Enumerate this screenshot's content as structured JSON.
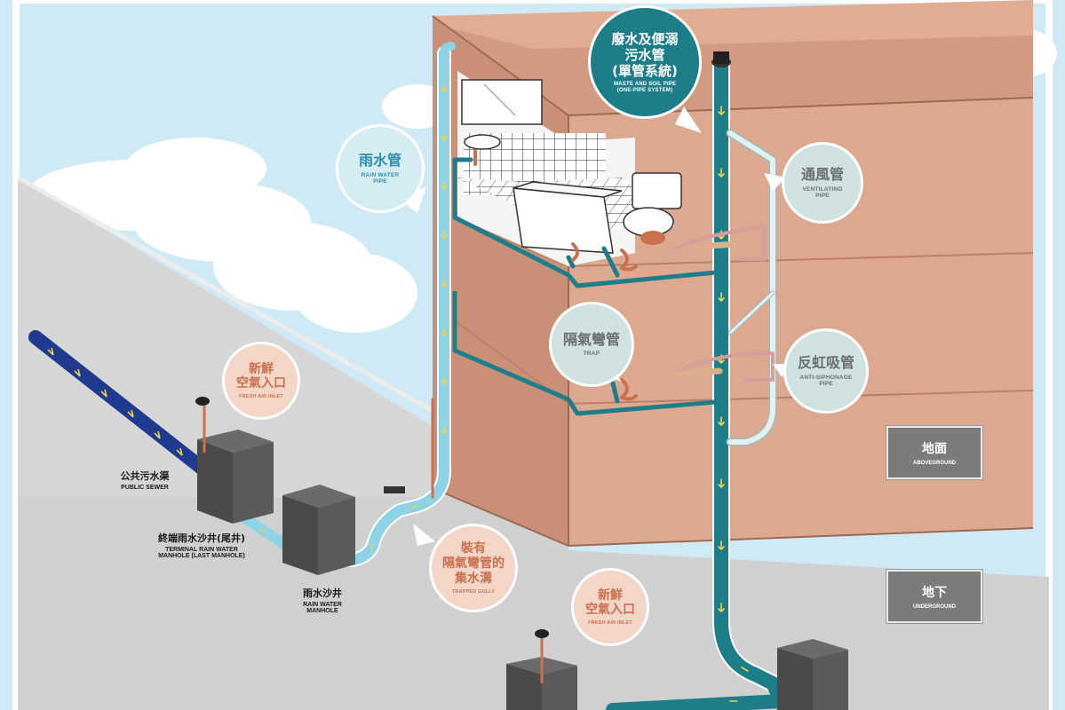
{
  "colors": {
    "sky": "#cfeaf4",
    "ground": "#d0d0d0",
    "building": "#dca88f",
    "rain_pipe": "#8ed2e6",
    "waste_pipe": "#1d7d89",
    "sewer": "#1f3a8f",
    "vent_pipe": "#e3f0ef",
    "manhole": "#555555",
    "copper_trap": "#c9714f"
  },
  "bubbles": {
    "rain_pipe": {
      "zh": "雨水管",
      "en": "RAIN WATER PIPE"
    },
    "waste_pipe": {
      "zh1": "廢水及便溺",
      "zh2": "污水管",
      "zh3": "(單管系統)",
      "en1": "WASTE AND SOIL PIPE",
      "en2": "(ONE-PIPE SYSTEM)"
    },
    "vent_pipe": {
      "zh": "通風管",
      "en": "VENTILATING PIPE"
    },
    "trap": {
      "zh": "隔氣彎管",
      "en": "TRAP"
    },
    "anti_siphonage": {
      "zh": "反虹吸管",
      "en": "ANTI-SIPHONAGE PIPE"
    },
    "fresh_air_1": {
      "zh1": "新鮮",
      "zh2": "空氣入口",
      "en": "FRESH AIR INLET"
    },
    "fresh_air_2": {
      "zh1": "新鮮",
      "zh2": "空氣入口",
      "en": "FRESH AIR INLET"
    },
    "trapped_gully": {
      "zh1": "裝有",
      "zh2": "隔氣彎管的",
      "zh3": "集水溝",
      "en": "TRAPPED GULLY"
    }
  },
  "labels": {
    "public_sewer": {
      "zh": "公共污水渠",
      "en": "PUBLIC SEWER"
    },
    "terminal_manhole": {
      "zh": "終端雨水沙井(尾井)",
      "en1": "TERMINAL RAIN WATER",
      "en2": "MANHOLE (LAST MANHOLE)"
    },
    "rain_manhole": {
      "zh": "雨水沙井",
      "en1": "RAIN WATER",
      "en2": "MANHOLE"
    }
  },
  "levels": {
    "above": {
      "zh": "地面",
      "en": "ABOVEGROUND"
    },
    "below": {
      "zh": "地下",
      "en": "UNDERGROUND"
    }
  }
}
